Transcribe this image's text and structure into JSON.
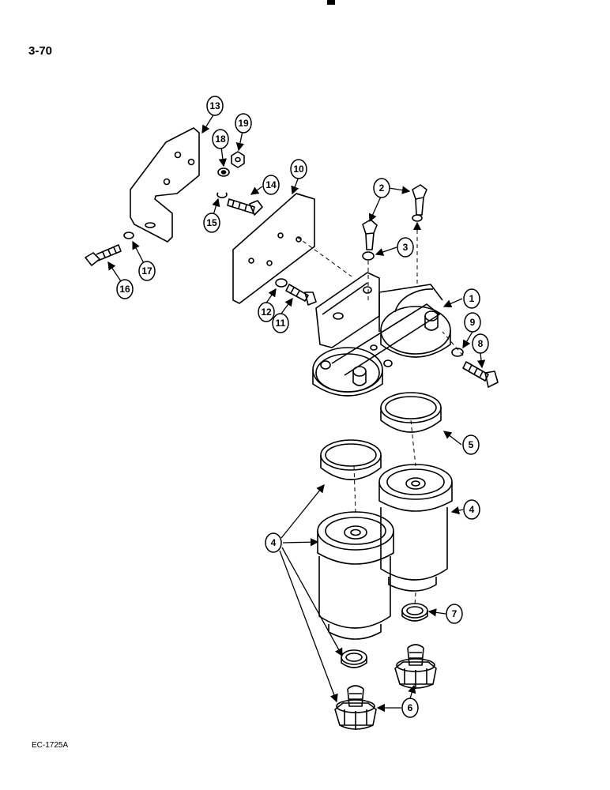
{
  "page": {
    "number": "3-70",
    "figure_code": "EC-1725A"
  },
  "callouts": [
    {
      "label": "1"
    },
    {
      "label": "2"
    },
    {
      "label": "3"
    },
    {
      "label": "4"
    },
    {
      "label": "4"
    },
    {
      "label": "5"
    },
    {
      "label": "6"
    },
    {
      "label": "7"
    },
    {
      "label": "8"
    },
    {
      "label": "9"
    },
    {
      "label": "10"
    },
    {
      "label": "11"
    },
    {
      "label": "12"
    },
    {
      "label": "13"
    },
    {
      "label": "14"
    },
    {
      "label": "15"
    },
    {
      "label": "16"
    },
    {
      "label": "17"
    },
    {
      "label": "18"
    },
    {
      "label": "19"
    }
  ]
}
